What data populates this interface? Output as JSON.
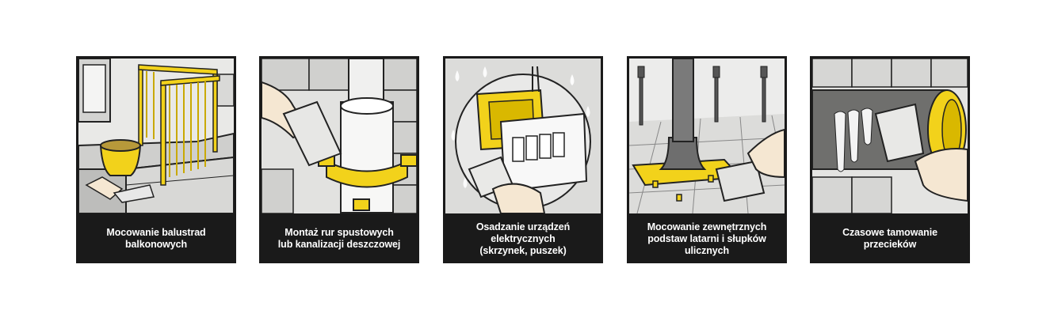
{
  "colors": {
    "accent_yellow": "#f2d21b",
    "frame": "#1a1a1a",
    "caption_text": "#ffffff",
    "scene_gray": "#e6e6e4"
  },
  "cards": [
    {
      "icon": "balcony-railing-icon",
      "caption_lines": [
        "Mocowanie balustrad",
        "balkonowych"
      ]
    },
    {
      "icon": "drain-pipe-clamp-icon",
      "caption_lines": [
        "Montaż rur spustowych",
        "lub kanalizacji deszczowej"
      ]
    },
    {
      "icon": "electrical-box-icon",
      "caption_lines": [
        "Osadzanie urządzeń",
        "elektrycznych",
        "(skrzynek, puszek)"
      ]
    },
    {
      "icon": "street-lamp-base-icon",
      "caption_lines": [
        "Mocowanie zewnętrznych",
        "podstaw latarni i słupków",
        "ulicznych"
      ]
    },
    {
      "icon": "leak-sealing-icon",
      "caption_lines": [
        "Czasowe tamowanie",
        "przecieków"
      ]
    }
  ]
}
